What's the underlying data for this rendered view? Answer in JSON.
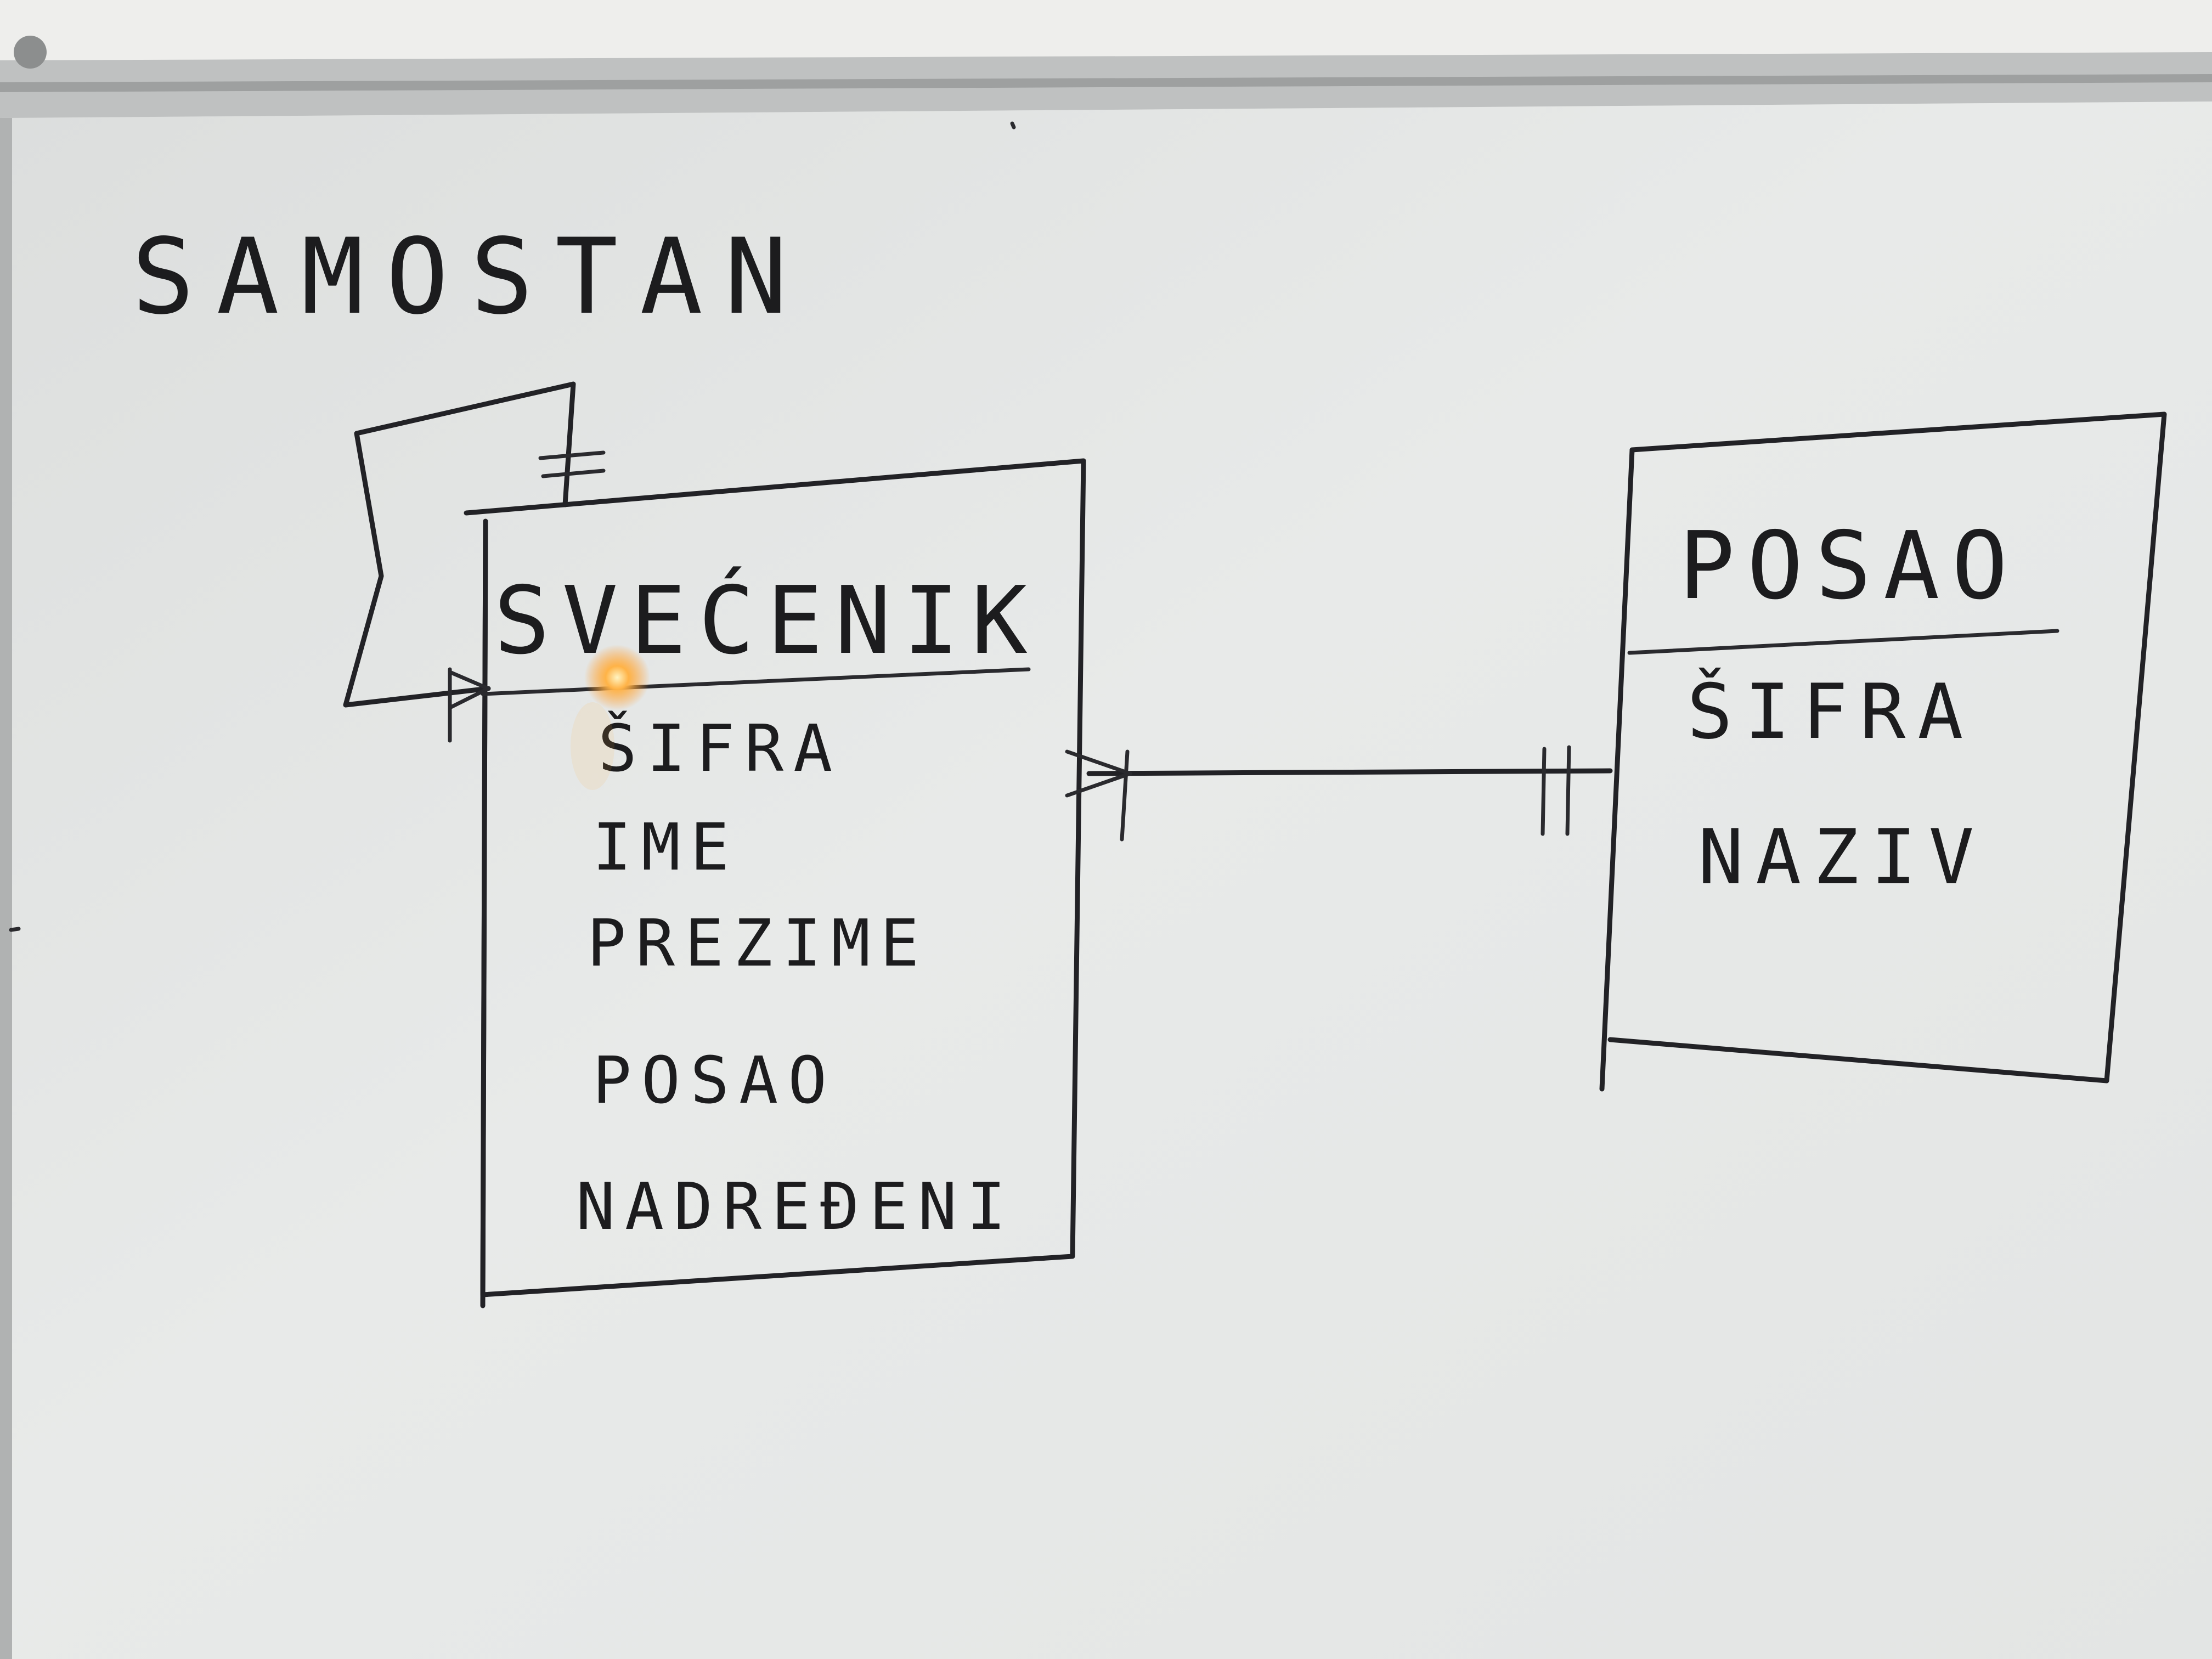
{
  "board": {
    "title": "SAMOSTAN"
  },
  "entities": [
    {
      "id": "svecenik",
      "name": "SVEĆENIK",
      "attributes": [
        {
          "label": "ŠIFRA",
          "key": true
        },
        {
          "label": "IME",
          "key": false
        },
        {
          "label": "PREZIME",
          "key": false
        },
        {
          "label": "POSAO",
          "key": false
        },
        {
          "label": "NADREĐENI",
          "key": false
        }
      ]
    },
    {
      "id": "posao",
      "name": "POSAO",
      "attributes": [
        {
          "label": "ŠIFRA",
          "key": true
        },
        {
          "label": "NAZIV",
          "key": false
        }
      ]
    }
  ],
  "relationships": [
    {
      "from": "svecenik",
      "to": "posao",
      "from_cardinality": "many",
      "to_cardinality": "one-and-only-one"
    },
    {
      "from": "svecenik",
      "to": "svecenik",
      "from_cardinality": "many",
      "to_cardinality": "one",
      "note": "self-reference (nadređeni)"
    }
  ],
  "colors": {
    "board": "#e6e8e7",
    "ink": "#222226",
    "frame": "#b9bbbb",
    "wall": "#f0f0ee",
    "glare": "#ff9a2e"
  }
}
